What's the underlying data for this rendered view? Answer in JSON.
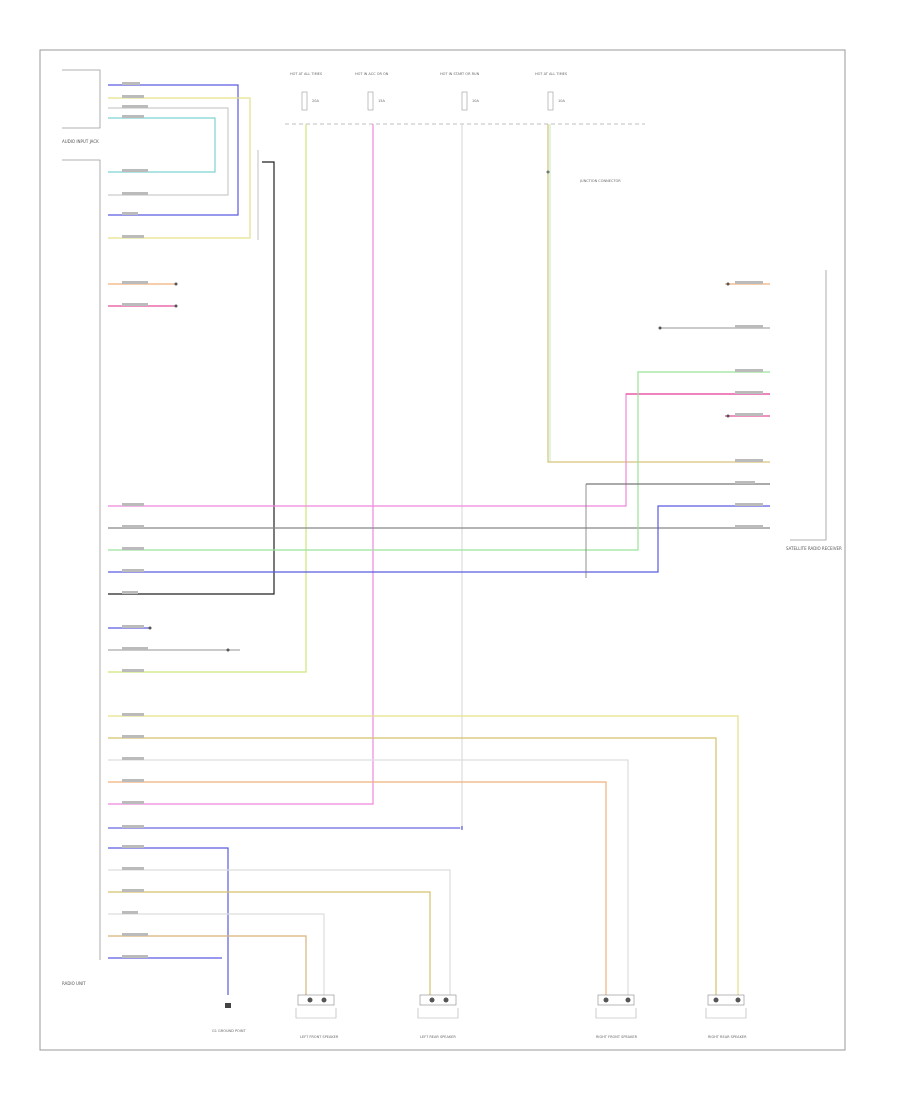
{
  "diagram": {
    "footer_code": "",
    "components": {
      "audio_input_jack": "AUDIO INPUT JACK",
      "radio_unit": "RADIO UNIT",
      "satellite_receiver": "SATELLITE RADIO RECEIVER",
      "left_front_speaker": "LEFT FRONT SPEAKER",
      "left_rear_speaker": "LEFT REAR SPEAKER",
      "right_front_speaker": "RIGHT FRONT SPEAKER",
      "right_rear_speaker": "RIGHT REAR SPEAKER",
      "ground_point": "G1 GROUND POINT",
      "junction_connector": "JUNCTION CONNECTOR"
    },
    "fuses": [
      {
        "id": "fuse-1",
        "title": "HOT AT ALL TIMES",
        "rating": "20A"
      },
      {
        "id": "fuse-2",
        "title": "HOT IN ACC OR ON",
        "rating": "15A"
      },
      {
        "id": "fuse-3",
        "title": "HOT IN START OR RUN",
        "rating": "10A"
      },
      {
        "id": "fuse-4",
        "title": "HOT AT ALL TIMES",
        "rating": "10A"
      }
    ],
    "wire_colors": {
      "yellow": "#e6e08a",
      "green": "#9be39b",
      "pink": "#ee88dd",
      "magenta": "#e84e9a",
      "blue": "#5a5ae0",
      "grey": "#777777",
      "orange": "#f1b07a",
      "lightgreen": "#c8e8a8",
      "black": "#222222"
    }
  }
}
